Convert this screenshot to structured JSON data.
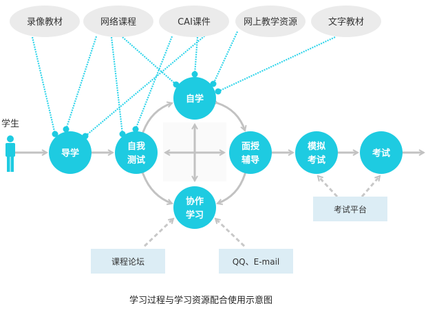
{
  "colors": {
    "node": "#1ecbe1",
    "resource_ellipse": "#ebebeb",
    "platform_box": "#dcedf5",
    "arrow": "#c2c2c2",
    "dotted_link": "#2fd4ea",
    "center_panel": "#fafafa"
  },
  "resources": [
    {
      "id": "video",
      "label": "录像教材"
    },
    {
      "id": "online-course",
      "label": "网络课程"
    },
    {
      "id": "cai",
      "label": "CAI课件"
    },
    {
      "id": "web-resources",
      "label": "网上教学资源"
    },
    {
      "id": "text",
      "label": "文字教材"
    }
  ],
  "student": {
    "label": "学生",
    "icon": "person-icon"
  },
  "nodes": [
    {
      "id": "guide",
      "lines": [
        "导学"
      ]
    },
    {
      "id": "self-test",
      "lines": [
        "自我",
        "测试"
      ]
    },
    {
      "id": "self-study",
      "lines": [
        "自学"
      ]
    },
    {
      "id": "tutoring",
      "lines": [
        "面授",
        "辅导"
      ]
    },
    {
      "id": "collab",
      "lines": [
        "协作",
        "学习"
      ]
    },
    {
      "id": "mock-exam",
      "lines": [
        "模拟",
        "考试"
      ]
    },
    {
      "id": "exam",
      "lines": [
        "考试"
      ]
    }
  ],
  "platforms": [
    {
      "id": "forum",
      "label": "课程论坛"
    },
    {
      "id": "qq-email",
      "label": "QQ、E-mail"
    },
    {
      "id": "exam-platform",
      "label": "考试平台"
    }
  ],
  "links": [
    {
      "from": "video",
      "to": "guide"
    },
    {
      "from": "online-course",
      "to": "guide"
    },
    {
      "from": "online-course",
      "to": "self-test"
    },
    {
      "from": "online-course",
      "to": "self-study"
    },
    {
      "from": "cai",
      "to": "guide"
    },
    {
      "from": "cai",
      "to": "self-test"
    },
    {
      "from": "web-resources",
      "to": "self-study"
    },
    {
      "from": "web-resources",
      "to": "self-study"
    },
    {
      "from": "text",
      "to": "self-study"
    }
  ],
  "caption": "学习过程与学习资源配合使用示意图"
}
